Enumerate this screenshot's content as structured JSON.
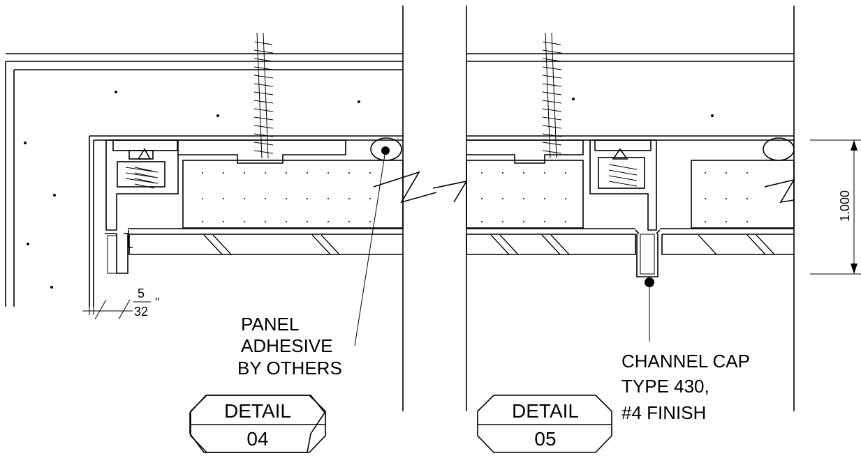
{
  "callouts": {
    "panel_adhesive": [
      "PANEL",
      "ADHESIVE",
      "BY OTHERS"
    ],
    "channel_cap": [
      "CHANNEL CAP",
      "TYPE 430,",
      "#4 FINISH"
    ]
  },
  "details": [
    {
      "label": "DETAIL",
      "number": "04"
    },
    {
      "label": "DETAIL",
      "number": "05"
    }
  ],
  "dimensions": {
    "gap_numerator": "5",
    "gap_denominator": "32",
    "gap_unit": "\"",
    "height": "1.000"
  },
  "colors": {
    "line": "#000000",
    "background": "#ffffff"
  }
}
